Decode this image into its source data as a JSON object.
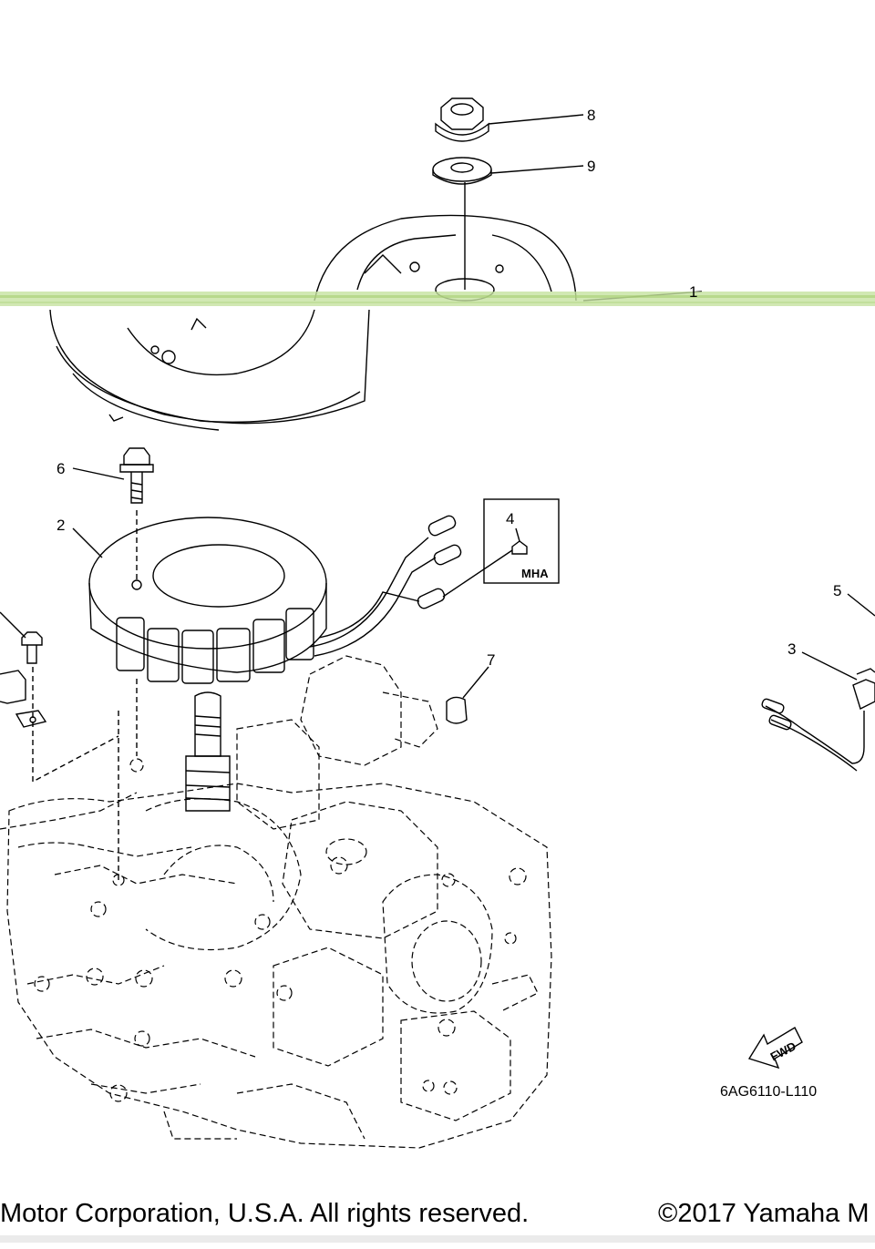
{
  "diagram": {
    "callouts": [
      "1",
      "2",
      "3",
      "4",
      "5",
      "6",
      "7",
      "8",
      "9"
    ],
    "box_label": "MHA",
    "direction_label": "FWD",
    "drawing_code": "6AG6110-L110"
  },
  "footer": {
    "left_text": "Motor Corporation, U.S.A. All rights reserved.",
    "right_text": "©2017 Yamaha M"
  },
  "colors": {
    "line": "#000000",
    "background": "#ffffff",
    "scan_noise": "#c6e2a0"
  }
}
